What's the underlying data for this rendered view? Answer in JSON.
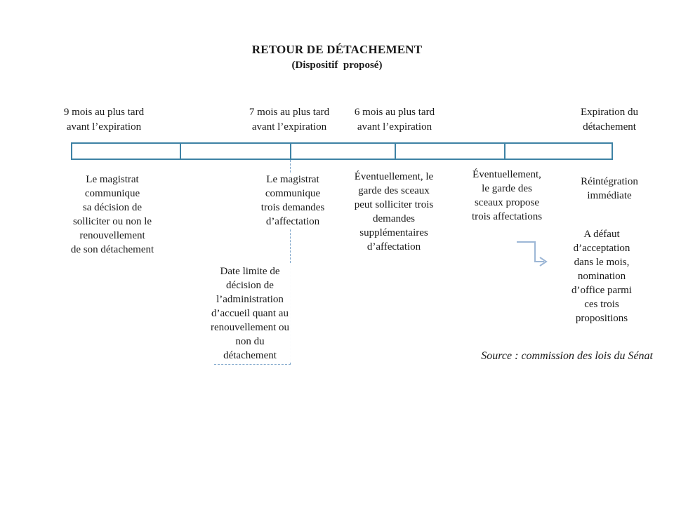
{
  "title": {
    "heading": "RETOUR DE DÉTACHEMENT",
    "subheading": "(Dispositif  proposé)"
  },
  "timeline": {
    "milestones": [
      {
        "label": "9 mois au plus tard\navant l’expiration"
      },
      {
        "label": "7 mois au plus tard\navant l’expiration"
      },
      {
        "label": "6 mois au plus tard\navant l’expiration"
      },
      {
        "label": "Expiration du\ndétachement"
      }
    ],
    "segments_count": 5
  },
  "events": [
    {
      "text": "Le magistrat\ncommunique\nsa décision de\nsolliciter ou non le\nrenouvellement\nde son détachement"
    },
    {
      "text": "Le magistrat\ncommunique\ntrois demandes\nd’affectation"
    },
    {
      "text": "Éventuellement, le\ngarde des sceaux\npeut solliciter trois\ndemandes\nsupplémentaires\nd’affectation"
    },
    {
      "text": "Éventuellement,\nle garde des\nsceaux propose\ntrois affectations"
    },
    {
      "text": "Réintégration\nimmédiate"
    }
  ],
  "notes": {
    "deadline_note": "Date limite de\ndécision de\nl’administration\nd’accueil quant au\nrenouvellement ou\nnon du\ndétachement",
    "default_note": "A défaut\nd’acceptation\ndans le mois,\nnomination\nd’office parmi\nces trois\npropositions"
  },
  "source": "Source : commission des lois du Sénat",
  "colors": {
    "bar_border": "#3E82A5",
    "dashed_line": "#7EA6CB",
    "arrow": "#9DB7D6",
    "text": "#1A1A1A"
  }
}
